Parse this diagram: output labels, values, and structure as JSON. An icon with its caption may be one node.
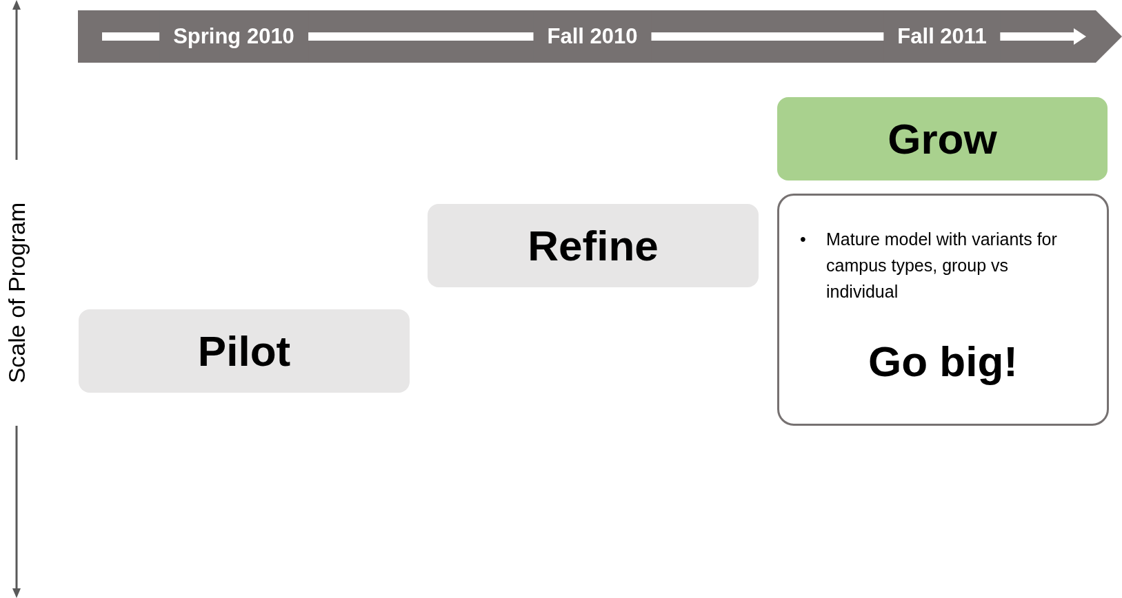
{
  "diagram": {
    "nodes": [
      {
        "text": [
          "Spring 2010",
          "Fall 2010",
          "Fall 2011"
        ]
      },
      {
        "text": [
          "Pilot"
        ]
      },
      {
        "text": [
          "Refine"
        ]
      },
      {
        "text": [
          "Grow"
        ]
      },
      {
        "text": [
          "•",
          "Mature model with variants for campus types, group vs individual",
          "Go big!"
        ]
      }
    ],
    "labels": [
      "Scale of Program"
    ]
  }
}
